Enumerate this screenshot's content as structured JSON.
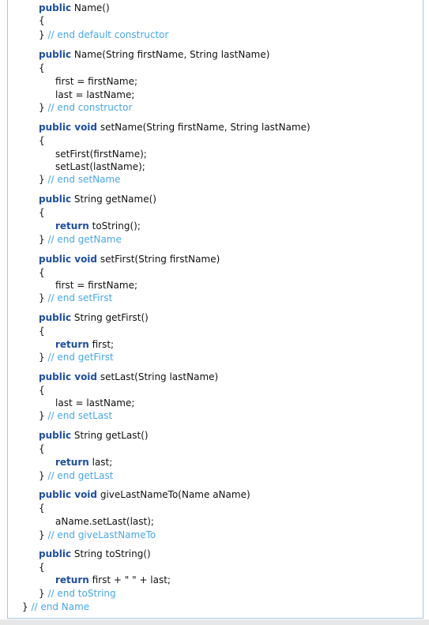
{
  "code": {
    "lines": [
      {
        "parts": [
          {
            "k": "kw",
            "t": "public"
          },
          {
            "k": "tx",
            "t": " Name()"
          }
        ]
      },
      {
        "parts": [
          {
            "k": "tx",
            "t": "{"
          }
        ]
      },
      {
        "parts": [
          {
            "k": "tx",
            "t": "} "
          },
          {
            "k": "cm",
            "t": "// end default constructor"
          }
        ]
      },
      {
        "parts": [
          {
            "k": "kw",
            "t": "public"
          },
          {
            "k": "tx",
            "t": " Name(String firstName, String lastName)"
          }
        ]
      },
      {
        "parts": [
          {
            "k": "tx",
            "t": "{"
          }
        ]
      },
      {
        "parts": [
          {
            "k": "tx",
            "t": "first = firstName;"
          }
        ]
      },
      {
        "parts": [
          {
            "k": "tx",
            "t": "last = lastName;"
          }
        ]
      },
      {
        "parts": [
          {
            "k": "tx",
            "t": "} "
          },
          {
            "k": "cm",
            "t": "// end constructor"
          }
        ]
      },
      {
        "parts": [
          {
            "k": "kw",
            "t": "public void"
          },
          {
            "k": "tx",
            "t": " setName(String firstName, String lastName)"
          }
        ]
      },
      {
        "parts": [
          {
            "k": "tx",
            "t": "{"
          }
        ]
      },
      {
        "parts": [
          {
            "k": "tx",
            "t": "setFirst(firstName);"
          }
        ]
      },
      {
        "parts": [
          {
            "k": "tx",
            "t": "setLast(lastName);"
          }
        ]
      },
      {
        "parts": [
          {
            "k": "tx",
            "t": "} "
          },
          {
            "k": "cm",
            "t": "// end setName"
          }
        ]
      },
      {
        "parts": [
          {
            "k": "kw",
            "t": "public"
          },
          {
            "k": "tx",
            "t": " String getName()"
          }
        ]
      },
      {
        "parts": [
          {
            "k": "tx",
            "t": "{"
          }
        ]
      },
      {
        "parts": [
          {
            "k": "kw",
            "t": "return"
          },
          {
            "k": "tx",
            "t": " toString();"
          }
        ]
      },
      {
        "parts": [
          {
            "k": "tx",
            "t": "} "
          },
          {
            "k": "cm",
            "t": "// end getName"
          }
        ]
      },
      {
        "parts": [
          {
            "k": "kw",
            "t": "public void"
          },
          {
            "k": "tx",
            "t": " setFirst(String firstName)"
          }
        ]
      },
      {
        "parts": [
          {
            "k": "tx",
            "t": "{"
          }
        ]
      },
      {
        "parts": [
          {
            "k": "tx",
            "t": "first = firstName;"
          }
        ]
      },
      {
        "parts": [
          {
            "k": "tx",
            "t": "} "
          },
          {
            "k": "cm",
            "t": "// end setFirst"
          }
        ]
      },
      {
        "parts": [
          {
            "k": "kw",
            "t": "public"
          },
          {
            "k": "tx",
            "t": " String getFirst()"
          }
        ]
      },
      {
        "parts": [
          {
            "k": "tx",
            "t": "{"
          }
        ]
      },
      {
        "parts": [
          {
            "k": "kw",
            "t": "return"
          },
          {
            "k": "tx",
            "t": " first;"
          }
        ]
      },
      {
        "parts": [
          {
            "k": "tx",
            "t": "} "
          },
          {
            "k": "cm",
            "t": "// end getFirst"
          }
        ]
      },
      {
        "parts": [
          {
            "k": "kw",
            "t": "public void"
          },
          {
            "k": "tx",
            "t": " setLast(String lastName)"
          }
        ]
      },
      {
        "parts": [
          {
            "k": "tx",
            "t": "{"
          }
        ]
      },
      {
        "parts": [
          {
            "k": "tx",
            "t": "last = lastName;"
          }
        ]
      },
      {
        "parts": [
          {
            "k": "tx",
            "t": "} "
          },
          {
            "k": "cm",
            "t": "// end setLast"
          }
        ]
      },
      {
        "parts": [
          {
            "k": "kw",
            "t": "public"
          },
          {
            "k": "tx",
            "t": " String getLast()"
          }
        ]
      },
      {
        "parts": [
          {
            "k": "tx",
            "t": "{"
          }
        ]
      },
      {
        "parts": [
          {
            "k": "kw",
            "t": "return"
          },
          {
            "k": "tx",
            "t": " last;"
          }
        ]
      },
      {
        "parts": [
          {
            "k": "tx",
            "t": "} "
          },
          {
            "k": "cm",
            "t": "// end getLast"
          }
        ]
      },
      {
        "parts": [
          {
            "k": "kw",
            "t": "public void"
          },
          {
            "k": "tx",
            "t": " giveLastNameTo(Name aName)"
          }
        ]
      },
      {
        "parts": [
          {
            "k": "tx",
            "t": "{"
          }
        ]
      },
      {
        "parts": [
          {
            "k": "tx",
            "t": "aName.setLast(last);"
          }
        ]
      },
      {
        "parts": [
          {
            "k": "tx",
            "t": "} "
          },
          {
            "k": "cm",
            "t": "// end giveLastNameTo"
          }
        ]
      },
      {
        "parts": [
          {
            "k": "kw",
            "t": "public"
          },
          {
            "k": "tx",
            "t": " String toString()"
          }
        ]
      },
      {
        "parts": [
          {
            "k": "tx",
            "t": "{"
          }
        ]
      },
      {
        "parts": [
          {
            "k": "kw",
            "t": "return"
          },
          {
            "k": "tx",
            "t": " first + \" \" + last;"
          }
        ]
      },
      {
        "parts": [
          {
            "k": "tx",
            "t": "} "
          },
          {
            "k": "cm",
            "t": "// end toString"
          }
        ]
      },
      {
        "parts": [
          {
            "k": "tx",
            "t": "} "
          },
          {
            "k": "cm",
            "t": "// end Name"
          }
        ]
      }
    ]
  },
  "colors": {
    "keyword": "#1f4fa0",
    "comment": "#4aa7e2",
    "text": "#111111",
    "panel_border": "#a9c7dd",
    "footer_band": "#e7e7e7"
  }
}
